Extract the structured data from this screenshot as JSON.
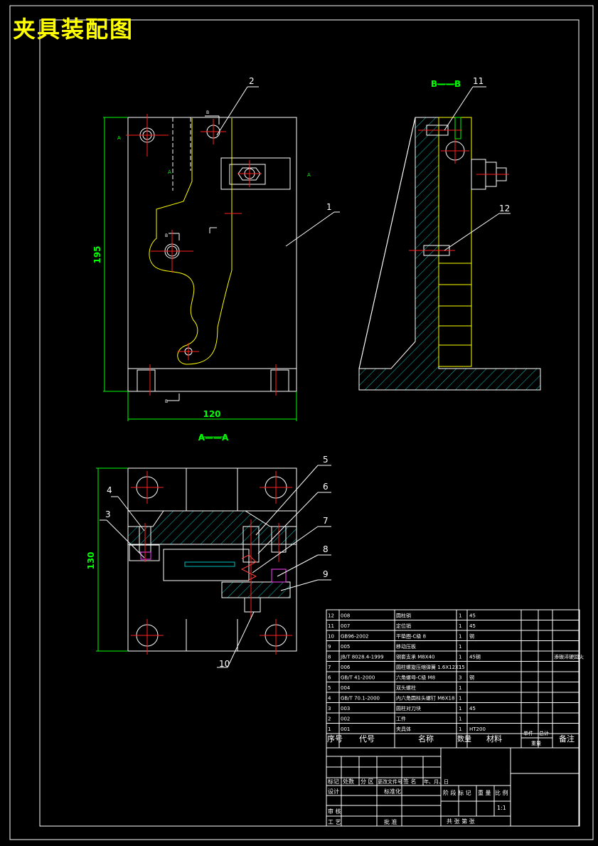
{
  "title": "夹具装配图",
  "views": {
    "section_bb": "B——B",
    "section_aa": "A——A",
    "marker_a": "A",
    "marker_b": "B"
  },
  "dimensions": {
    "height_main": "195",
    "width_main": "120",
    "height_bottom": "130"
  },
  "balloons": [
    "1",
    "2",
    "3",
    "4",
    "5",
    "6",
    "7",
    "8",
    "9",
    "10",
    "11",
    "12"
  ],
  "bom": [
    {
      "no": "12",
      "code": "008",
      "name": "圆柱销",
      "qty": "1",
      "material": "45",
      "note": ""
    },
    {
      "no": "11",
      "code": "007",
      "name": "定位销",
      "qty": "1",
      "material": "45",
      "note": ""
    },
    {
      "no": "10",
      "code": "GB96-2002",
      "name": "平垫圈-C级 8",
      "qty": "1",
      "material": "钢",
      "note": ""
    },
    {
      "no": "9",
      "code": "005",
      "name": "移动压板",
      "qty": "1",
      "material": "",
      "note": ""
    },
    {
      "no": "8",
      "code": "JB/T 8028.4-1999",
      "name": "钢套支承 M8X40",
      "qty": "1",
      "material": "45钢",
      "note": "渗碳淬硬回火"
    },
    {
      "no": "7",
      "code": "006",
      "name": "圆柱螺旋压缩弹簧 1.6X12X15",
      "qty": "1",
      "material": "",
      "note": ""
    },
    {
      "no": "6",
      "code": "GB/T 41-2000",
      "name": "六角螺母-C级 M8",
      "qty": "3",
      "material": "钢",
      "note": ""
    },
    {
      "no": "5",
      "code": "004",
      "name": "双头螺柱",
      "qty": "1",
      "material": "",
      "note": ""
    },
    {
      "no": "4",
      "code": "GB/T 70.1-2000",
      "name": "内六角圆柱头螺钉 M6X18",
      "qty": "1",
      "material": "",
      "note": ""
    },
    {
      "no": "3",
      "code": "003",
      "name": "圆柱对刀块",
      "qty": "1",
      "material": "45",
      "note": ""
    },
    {
      "no": "2",
      "code": "002",
      "name": "工件",
      "qty": "1",
      "material": "",
      "note": ""
    },
    {
      "no": "1",
      "code": "001",
      "name": "夹具体",
      "qty": "1",
      "material": "HT200",
      "note": ""
    }
  ],
  "bom_header": {
    "no": "序号",
    "code": "代号",
    "name": "名称",
    "qty": "数量",
    "material": "材料",
    "unit_weight": "单件",
    "total_weight": "总计",
    "weight": "重量",
    "note": "备注"
  },
  "title_block": {
    "mark": "标记",
    "count": "处数",
    "zone": "分 区",
    "change_doc": "更改文件号",
    "sign": "签 名",
    "date": "年、月、日",
    "design": "设计",
    "standardize": "标准化",
    "stage_mark": "阶 段 标 记",
    "mass": "重 量",
    "scale": "比 例",
    "scale_value": "1:1",
    "review": "审 核",
    "process": "工 艺",
    "approve": "批 准",
    "sheets": "共   张   第   张"
  }
}
